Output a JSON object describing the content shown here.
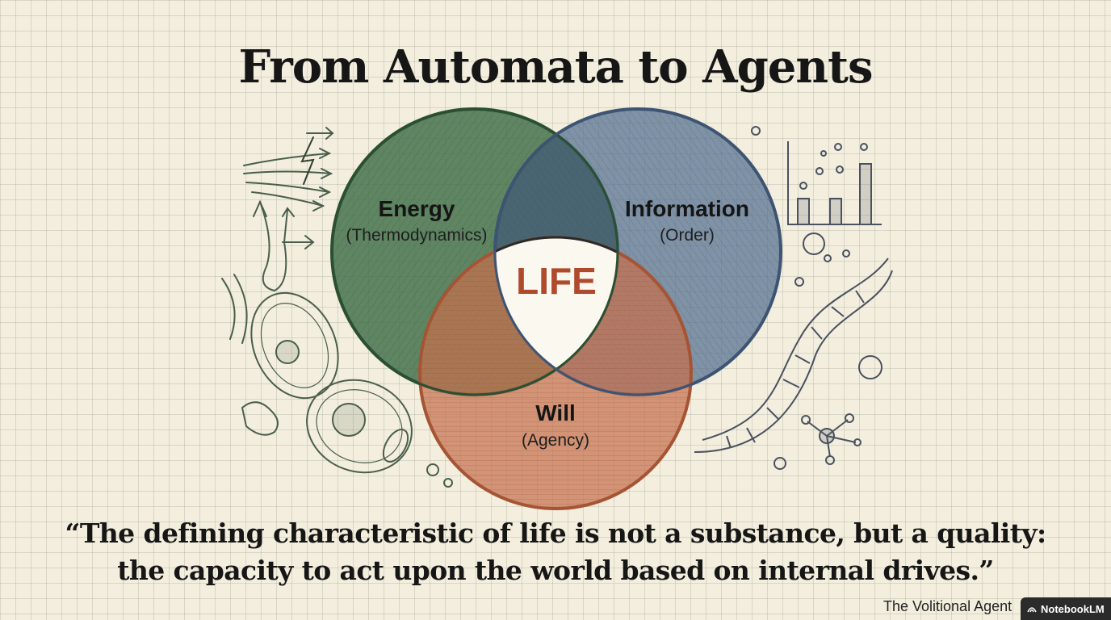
{
  "title": "From Automata to Agents",
  "diagram": {
    "circles": [
      {
        "id": "energy",
        "label": "Energy",
        "sublabel": "(Thermodynamics)",
        "color": "#3f6e48"
      },
      {
        "id": "information",
        "label": "Information",
        "sublabel": "(Order)",
        "color": "#5a7391"
      },
      {
        "id": "will",
        "label": "Will",
        "sublabel": "(Agency)",
        "color": "#c5704d"
      }
    ],
    "center_label": "LIFE",
    "center_color": "#b04a2c"
  },
  "quote": {
    "line1": "“The defining characteristic of life is not a substance, but a quality:",
    "line2": "the capacity to act upon the world based on internal drives.”"
  },
  "footer": {
    "text": "The Volitional Agent",
    "badge": "NotebookLM"
  }
}
